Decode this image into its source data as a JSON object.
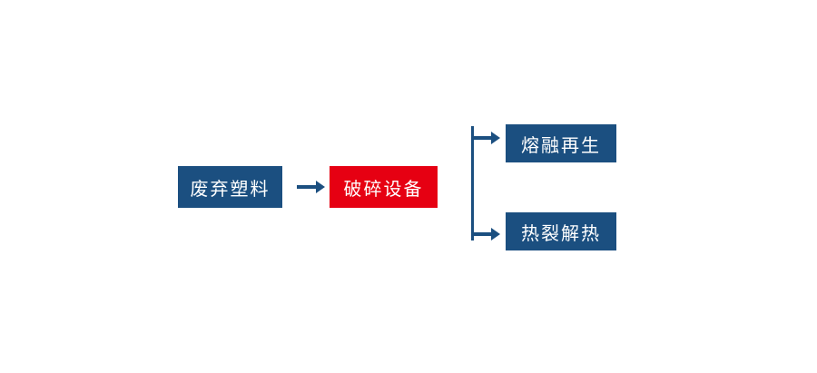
{
  "diagram": {
    "type": "flowchart",
    "background": "#ffffff",
    "nodes": {
      "source": {
        "label": "废弃塑料",
        "color": "#1b4f80",
        "text_color": "#ffffff"
      },
      "process": {
        "label": "破碎设备",
        "color": "#e60012",
        "text_color": "#ffffff"
      },
      "output1": {
        "label": "熔融再生",
        "color": "#1b4f80",
        "text_color": "#ffffff"
      },
      "output2": {
        "label": "热裂解热",
        "color": "#1b4f80",
        "text_color": "#ffffff"
      }
    },
    "edges": [
      {
        "from": "source",
        "to": "process"
      },
      {
        "from": "process",
        "to": "output1"
      },
      {
        "from": "process",
        "to": "output2"
      }
    ],
    "colors": {
      "arrow": "#1b4f80",
      "node_blue": "#1b4f80",
      "node_red": "#e60012"
    }
  }
}
